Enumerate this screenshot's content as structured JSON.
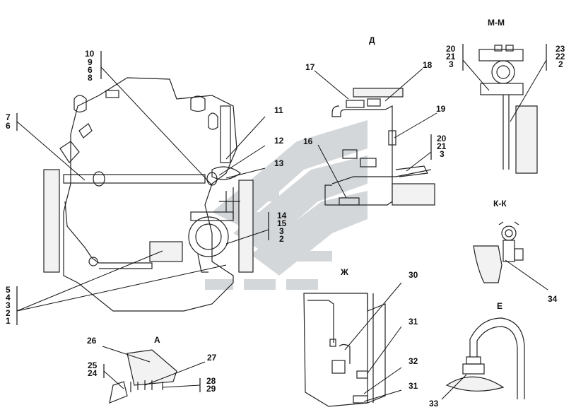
{
  "views": {
    "d": "Д",
    "mm": "М-М",
    "kk": "К-К",
    "zh": "Ж",
    "a": "А",
    "e": "Е"
  },
  "labels": {
    "main_10": "10",
    "main_9": "9",
    "main_6": "6",
    "main_8": "8",
    "main_7": "7",
    "main_6b": "6",
    "main_11": "11",
    "main_12": "12",
    "main_13": "13",
    "main_14": "14",
    "main_15": "15",
    "main_3": "3",
    "main_2": "2",
    "main_5": "5",
    "main_4": "4",
    "main_3b": "3",
    "main_2b": "2",
    "main_1": "1",
    "d_17": "17",
    "d_18": "18",
    "d_19": "19",
    "d_16": "16",
    "d_20": "20",
    "d_21": "21",
    "d_3": "3",
    "mm_20": "20",
    "mm_21": "21",
    "mm_3": "3",
    "mm_23": "23",
    "mm_22": "22",
    "mm_2": "2",
    "kk_34": "34",
    "zh_30": "30",
    "zh_31a": "31",
    "zh_32": "32",
    "zh_31b": "31",
    "a_26": "26",
    "a_27": "27",
    "a_25": "25",
    "a_24": "24",
    "a_28": "28",
    "a_29": "29",
    "e_33": "33"
  },
  "colors": {
    "line": "#111111",
    "watermark": "#c9cdd0"
  }
}
